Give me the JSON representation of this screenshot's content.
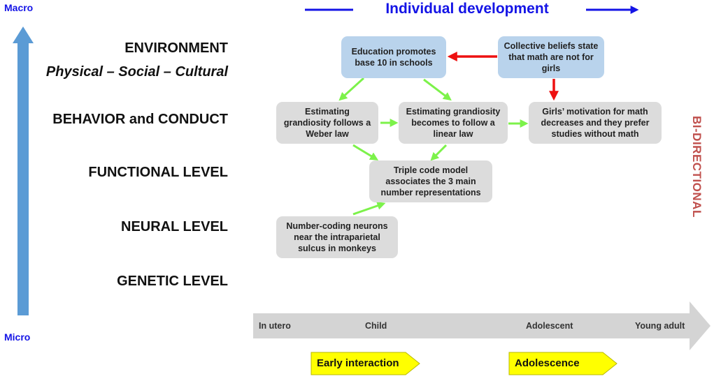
{
  "axis": {
    "top": "Macro",
    "bottom": "Micro"
  },
  "header": {
    "title": "Individual development"
  },
  "side_label": "BI-DIRECTIONAL",
  "levels": {
    "environment": "ENVIRONMENT",
    "environment_sub": "Physical – Social – Cultural",
    "behavior": "BEHAVIOR and CONDUCT",
    "functional": "FUNCTIONAL LEVEL",
    "neural": "NEURAL LEVEL",
    "genetic": "GENETIC LEVEL"
  },
  "boxes": {
    "education": "Education promotes base 10 in schools",
    "beliefs": "Collective beliefs state that math are not for girls",
    "weber": "Estimating grandiosity follows a Weber law",
    "linear": "Estimating grandiosity becomes to follow a linear law",
    "girls": "Girls’ motivation for math decreases and they prefer studies without math",
    "triple": "Triple code model associates the 3 main number representations",
    "neurons": "Number-coding neurons near the intraparietal sulcus in monkeys"
  },
  "timeline": {
    "in_utero": "In utero",
    "child": "Child",
    "adolescent": "Adolescent",
    "young_adult": "Young adult"
  },
  "periods": {
    "early": "Early interaction",
    "adolescence": "Adolescence"
  },
  "colors": {
    "vertical_arrow": "#5b9bd5",
    "header_blue": "#1414e6",
    "green_arrow": "#7cf24a",
    "red_arrow": "#ee1111",
    "bidirectional": "#c0504d",
    "period_fill": "#ffff00"
  }
}
